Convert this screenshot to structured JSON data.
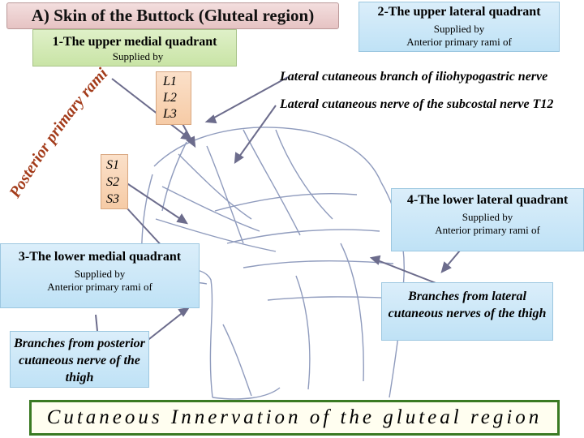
{
  "title": "A) Skin of the Buttock (Gluteal region)",
  "upper_medial": {
    "heading": "1-The upper medial quadrant",
    "supplied_by": "Supplied by"
  },
  "posterior_rami": "Posterior primary rami of",
  "lumbar_roots": {
    "l1": "L1",
    "l2": "L2",
    "l3": "L3"
  },
  "sacral_roots": {
    "s1": "S1",
    "s2": "S2",
    "s3": "S3"
  },
  "upper_lateral": {
    "heading": "2-The upper lateral quadrant",
    "supplied_by": "Supplied by",
    "rami": "Anterior primary rami of"
  },
  "lateral_branches": {
    "line1": "Lateral cutaneous branch of iliohypogastric nerve",
    "line2": "Lateral cutaneous nerve of the subcostal nerve T12"
  },
  "lower_lateral": {
    "heading": "4-The lower lateral quadrant",
    "supplied_by": "Supplied by",
    "rami": "Anterior primary rami of"
  },
  "lower_lateral_branches": "Branches from lateral cutaneous nerves of the thigh",
  "lower_medial": {
    "heading": "3-The lower medial quadrant",
    "supplied_by": "Supplied by",
    "rami": "Anterior primary rami of"
  },
  "posterior_cutaneous": "Branches from posterior cutaneous nerve of the thigh",
  "footer": "Cutaneous Innervation of the gluteal region",
  "colors": {
    "arrow": "#6c6c8c",
    "sketch": "#8a96b8",
    "footer_border": "#3a7a22"
  }
}
